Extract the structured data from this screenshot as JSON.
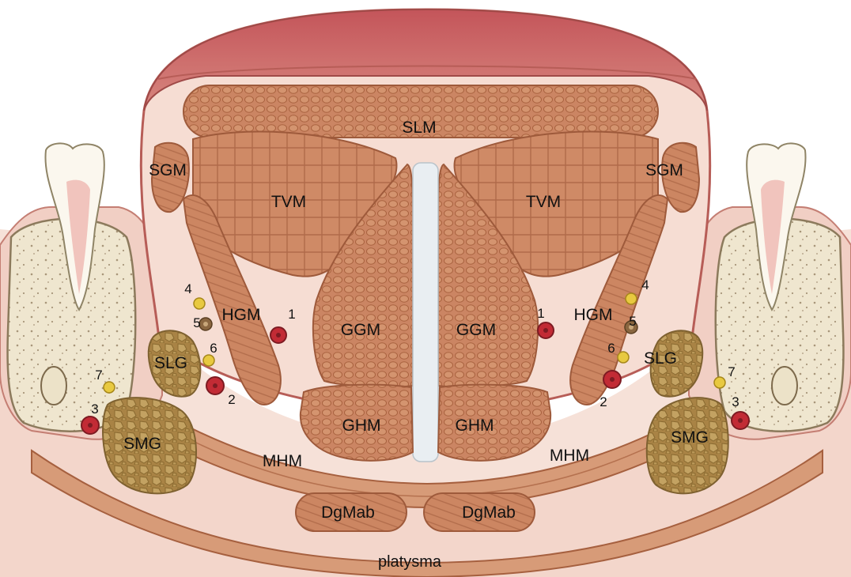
{
  "labels": {
    "slm": "SLM",
    "tvm": "TVM",
    "sgm": "SGM",
    "hgm": "HGM",
    "ggm": "GGM",
    "ghm": "GHM",
    "slg": "SLG",
    "smg": "SMG",
    "mhm": "MHM",
    "dgmab": "DgMab",
    "platysma": "platysma"
  },
  "numbers": {
    "n1": "1",
    "n2": "2",
    "n3": "3",
    "n4": "4",
    "n5": "5",
    "n6": "6",
    "n7": "7"
  },
  "colors": {
    "muscle": "#c9825e",
    "muscle_dark": "#a85f40",
    "tongue_surface": "#c4595a",
    "soft_tissue": "#f4d9cf",
    "bone": "#efe7d2",
    "gland": "#b08b4c",
    "artery": "#c22b35",
    "nerve": "#e8c940",
    "vein": "#8a6640"
  }
}
